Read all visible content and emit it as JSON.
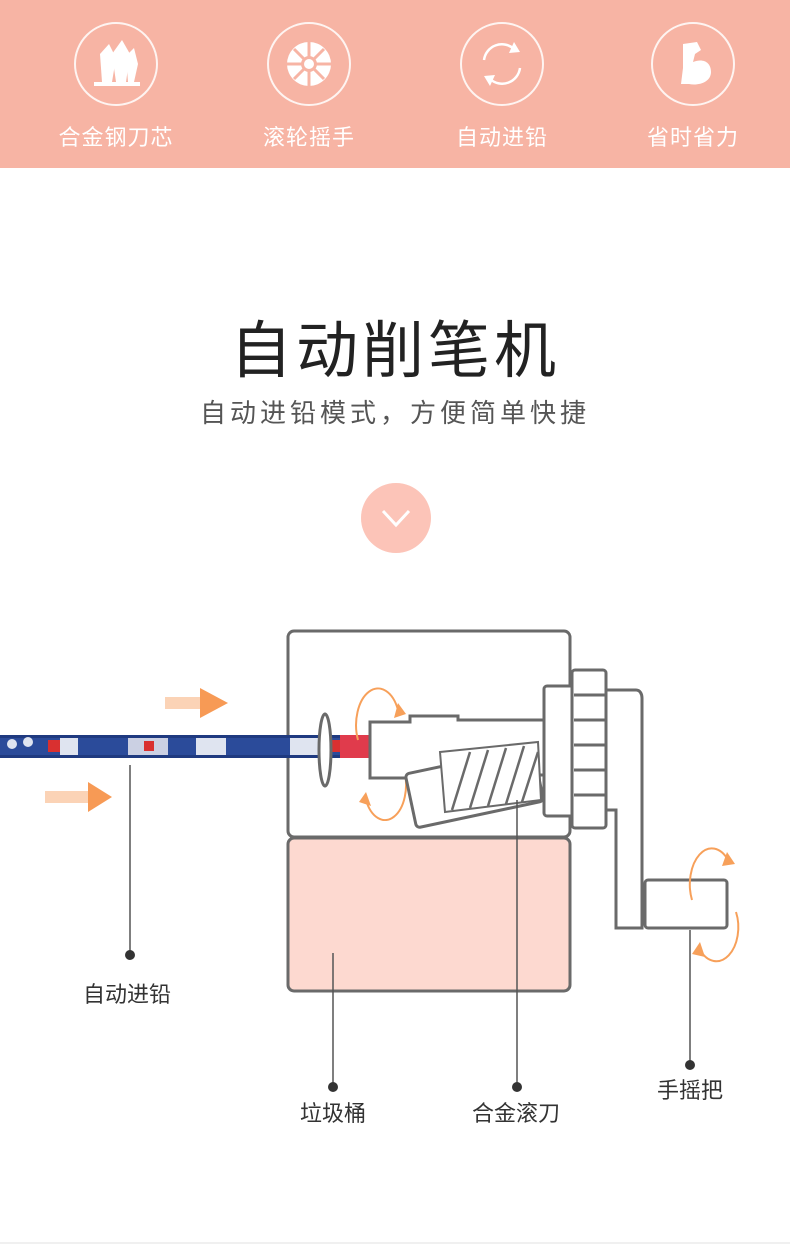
{
  "features": [
    {
      "label": "合金钢刀芯",
      "icon": "crystal-icon"
    },
    {
      "label": "滚轮摇手",
      "icon": "wheel-icon"
    },
    {
      "label": "自动进铅",
      "icon": "cycle-arrows-icon"
    },
    {
      "label": "省时省力",
      "icon": "muscle-arm-icon"
    }
  ],
  "title": "自动削笔机",
  "subtitle": "自动进铅模式，方便简单快捷",
  "callouts": {
    "auto_feed": "自动进铅",
    "waste_bin": "垃圾桶",
    "alloy_blade": "合金滚刀",
    "hand_crank": "手摇把"
  },
  "colors": {
    "band": "#f7b4a4",
    "accent_orange": "#f7a05a",
    "bin_fill": "#fdd9d0",
    "outline": "#6a6a6a"
  }
}
